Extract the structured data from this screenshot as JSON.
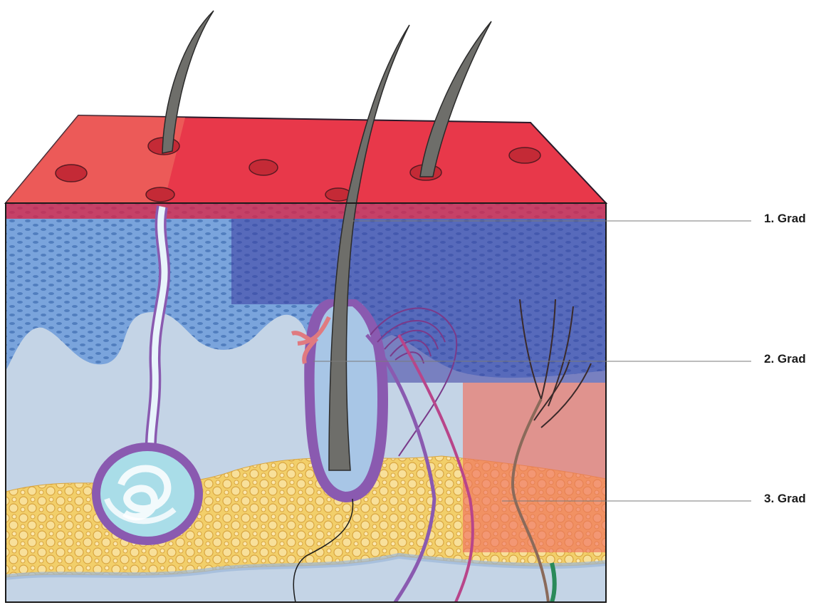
{
  "labels": {
    "first_degree": "1. Grad",
    "second_degree": "2. Grad",
    "third_degree": "3. Grad"
  },
  "colors": {
    "skin_surface": "#e8384a",
    "epidermis": "#7aa4dc",
    "dermis": "#c4d4e6",
    "fat": "#f0c860",
    "burn_1": "#e02040",
    "burn_2": "#3a3aa0",
    "burn_3": "#f07060",
    "gland": "#8a5ab0",
    "hair": "#6e6e6a"
  }
}
